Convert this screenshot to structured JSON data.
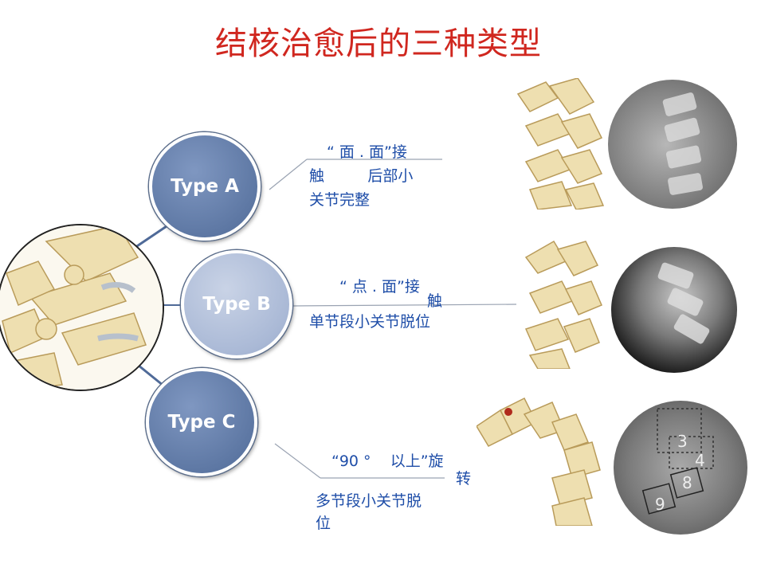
{
  "title": "结核治愈后的三种类型",
  "types": [
    {
      "label": "Type A",
      "desc_lines": [
        "“ 面 . 面”接",
        "触         后部小",
        "关节完整"
      ]
    },
    {
      "label": "Type B",
      "desc_lines": [
        "“ 点 . 面”接",
        "触",
        "单节段小关节脱位"
      ]
    },
    {
      "label": "Type C",
      "desc_lines": [
        "“90 °    以上”旋",
        "转",
        "多节段小关节脱",
        "位"
      ]
    }
  ],
  "xray_c_labels": [
    "3",
    "4",
    "8",
    "9"
  ],
  "colors": {
    "title": "#d0271f",
    "node_dark": "#5e78a4",
    "node_light": "#aab9d6",
    "desc_text": "#1f4ea8",
    "bone": "#eedfb0"
  },
  "icons": [
    "spine-illustration",
    "xray-image"
  ]
}
